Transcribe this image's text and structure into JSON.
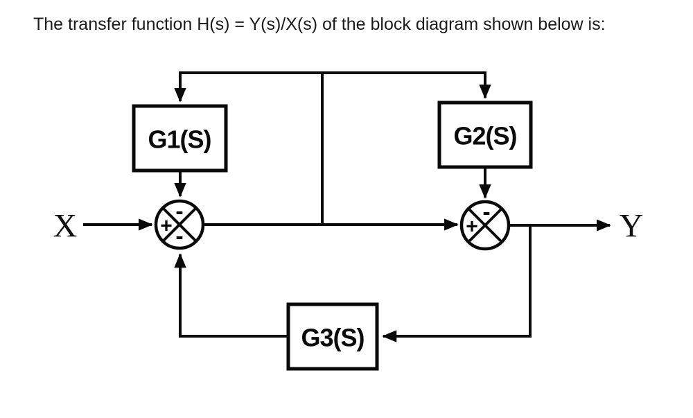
{
  "title": "The transfer function H(s) = Y(s)/X(s) of the block diagram shown below is:",
  "diagram": {
    "type": "control-system-block-diagram",
    "input_label": "X",
    "output_label": "Y",
    "blocks": [
      {
        "id": "G1",
        "label": "G1(S)"
      },
      {
        "id": "G2",
        "label": "G2(S)"
      },
      {
        "id": "G3",
        "label": "G3(S)"
      }
    ],
    "summers": [
      {
        "id": "sum1",
        "west_sign": "+",
        "north_sign": "-",
        "south_sign": "-"
      },
      {
        "id": "sum2",
        "west_sign": "+",
        "north_sign": "-"
      }
    ]
  },
  "colors": {
    "ink": "#0a0a0a",
    "paper": "#ffffff"
  }
}
